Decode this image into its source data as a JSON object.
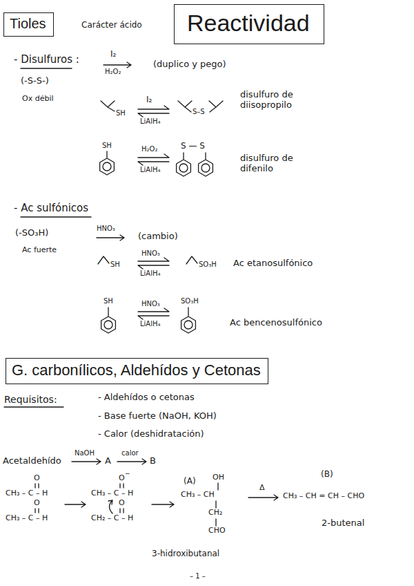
{
  "diagram": {
    "nodes": [
      {
        "text": [
          "Tioles"
        ]
      },
      {
        "text": [
          "Reactividad"
        ]
      },
      {
        "text": [
          "G. carbonílicos, Aldehídos y Cetonas"
        ]
      }
    ],
    "labels": [
      "Carácter ácido",
      "- Disulfuros :",
      "(-S-S-)",
      "Ox débil",
      "I₂",
      "H₂O₂",
      "(duplico y pego)",
      "SH",
      "I₂",
      "LiAlH₄",
      "S–S",
      "disulfuro de diisopropilo",
      "SH",
      "H₂O₂",
      "LiAlH₄",
      "S — S",
      "disulfuro de difenilo",
      "- Ac sulfónicos",
      "(-SO₃H)",
      "Ac fuerte",
      "HNO₃",
      "(cambio)",
      "SH",
      "HNO₃",
      "LiAlH₄",
      "SO₃H",
      "Ac etanosulfónico",
      "SH",
      "HNO₃",
      "LiAlH₄",
      "SO₃H",
      "Ac bencenosulfónico",
      "Requisitos:",
      "- Aldehídos o cetonas",
      "- Base fuerte (NaOH, KOH)",
      "- Calor (deshidratación)",
      "Acetaldehído",
      "NaOH",
      "A",
      "calor",
      "B",
      "O",
      "CH₃ – C – H",
      "O",
      "CH₃ – C – H",
      "O",
      "−",
      "CH₃ – C – H",
      "O",
      "CH₂ – C – H",
      "(A)",
      "OH",
      "CH₃ – CH",
      "CH₂",
      "CHO",
      "Δ",
      "(B)",
      "CH₃ – CH = CH – CHO",
      "2-butenal",
      "3-hidroxibutanal",
      "– 1 –"
    ]
  }
}
